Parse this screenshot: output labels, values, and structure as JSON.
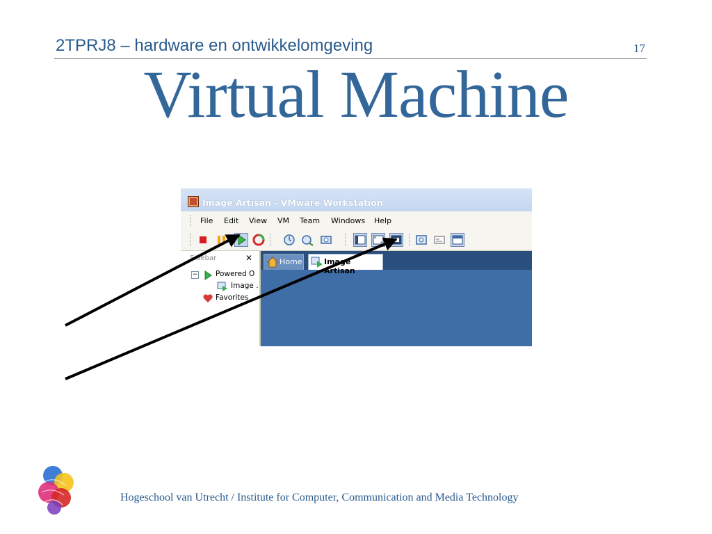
{
  "header": {
    "course": "2TPRJ8 – hardware en  ontwikkelomgeving",
    "page_number": "17"
  },
  "title": "Virtual Machine",
  "window": {
    "title": "Image Artisan - VMware Workstation",
    "menu": [
      "File",
      "Edit",
      "View",
      "VM",
      "Team",
      "Windows",
      "Help"
    ],
    "toolbar_icons": [
      "stop-icon",
      "pause-icon",
      "play-icon",
      "reset-icon",
      "snapshot-icon",
      "revert-snapshot-icon",
      "snapshot-manager-icon",
      "quick-switch-icon",
      "full-screen-icon",
      "unity-icon",
      "console-icon",
      "summary-icon",
      "tabs-icon"
    ],
    "sidebar": {
      "header": "Sidebar",
      "close": "✕",
      "tree": [
        "Powered O",
        "Image .",
        "Favorites"
      ]
    },
    "tabs": [
      "Home",
      "Image Artisan"
    ]
  },
  "footer": "Hogeschool van Utrecht / Institute for Computer, Communication and Media Technology",
  "colors": {
    "accent": "#336699",
    "workspace": "#3f6ea6",
    "arrow": "#000000"
  }
}
